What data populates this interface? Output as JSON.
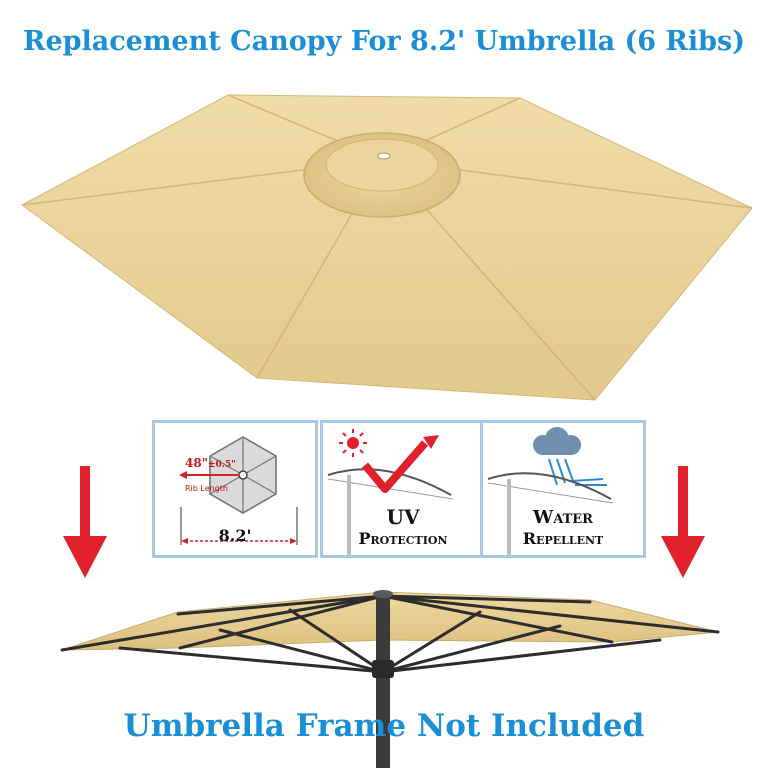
{
  "title": "Replacement Canopy For 8.2' Umbrella (6 Ribs)",
  "footer": "Umbrella Frame Not Included",
  "panels": {
    "size": {
      "rib_label": "48\"",
      "tolerance": "±0.5\"",
      "rib_caption": "Rib Length",
      "diameter": "8.2'"
    },
    "uv": {
      "line1": "UV",
      "line2": "Protection"
    },
    "water": {
      "line1": "Water",
      "line2": "Repellent"
    }
  },
  "colors": {
    "headline": "#1a8fd6",
    "canopy": "#e9d39a",
    "arrow": "#e0202a",
    "panel_border": "#a9c8e3",
    "frame": "#2d2d2d"
  },
  "icons": [
    "down-arrow-icon",
    "hexagon-diagram-icon",
    "sun-icon",
    "checkmark-icon",
    "cloud-rain-icon"
  ]
}
